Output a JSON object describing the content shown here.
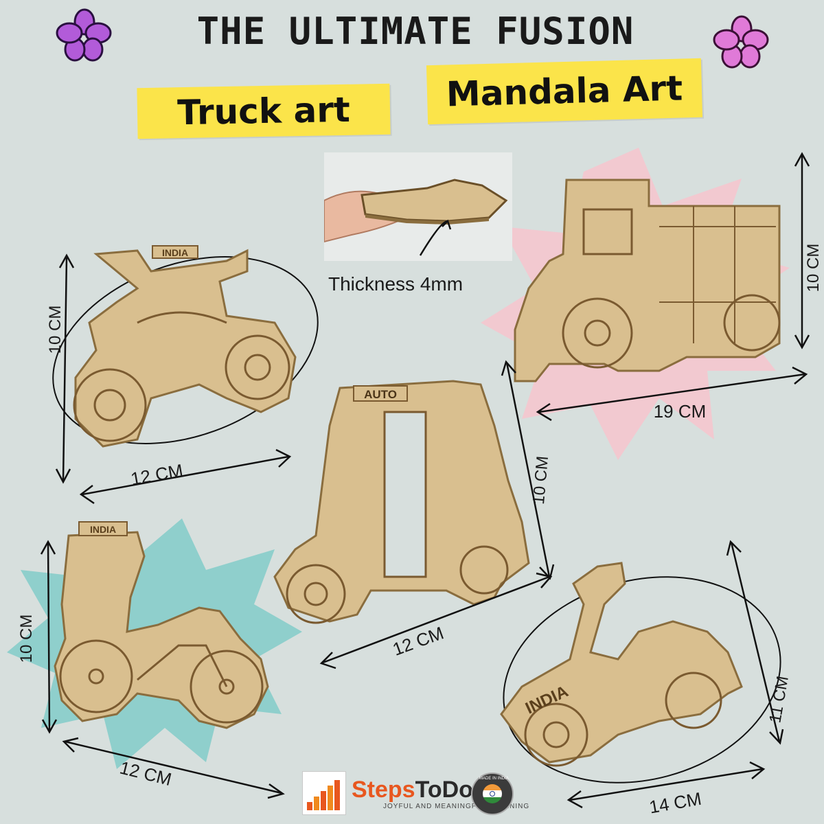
{
  "title": "THE ULTIMATE FUSION",
  "tags": {
    "truck": "Truck art",
    "mandala": "Mandala Art"
  },
  "thickness": "Thickness 4mm",
  "pieces": {
    "motorbike": {
      "label": "INDIA",
      "height": "10 CM",
      "width": "12 CM"
    },
    "truck": {
      "height": "10 CM",
      "width": "19 CM"
    },
    "auto": {
      "label": "AUTO",
      "height": "10 CM",
      "width": "12 CM"
    },
    "cycle_rickshaw": {
      "label": "INDIA",
      "height": "10 CM",
      "width": "12 CM"
    },
    "scooter": {
      "label": "INDIA",
      "height": "11 CM",
      "width": "14 CM"
    }
  },
  "brand": {
    "name_a": "Steps",
    "name_b": "ToDo",
    "sub": "JOYFUL AND MEANINGFUL LEARNING",
    "seal": "MADE IN INDIA"
  },
  "colors": {
    "background": "#d7dfdd",
    "highlight": "#fbe44a",
    "wood": "#d9bf8f",
    "pink_burst": "#f2c9d0",
    "teal_burst": "#8fcfcc",
    "flower_left": "#b25bd9",
    "flower_right": "#e07ad8"
  }
}
